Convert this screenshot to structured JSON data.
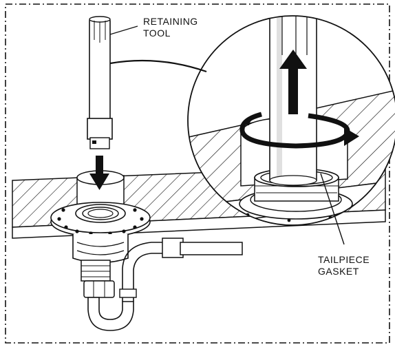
{
  "labels": {
    "retaining_tool_line1": "RETAINING",
    "retaining_tool_line2": "TOOL",
    "tailpiece_line1": "TAILPIECE",
    "tailpiece_line2": "GASKET"
  },
  "colors": {
    "ink": "#111111",
    "pipe_gray": "#d9d9d9",
    "light_gray": "#eeeeee",
    "paper": "#ffffff"
  }
}
